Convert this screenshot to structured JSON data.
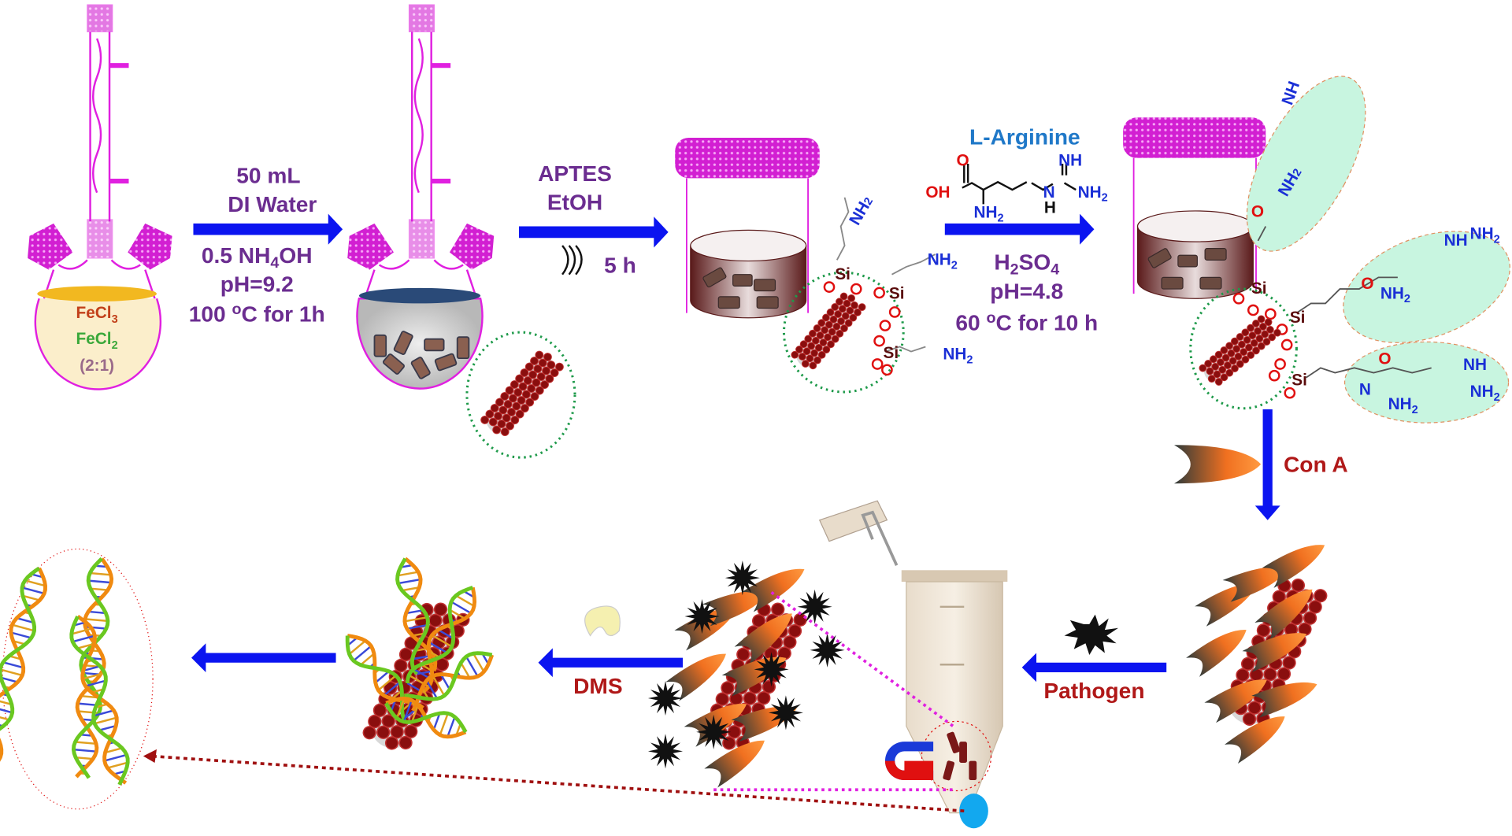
{
  "step1": {
    "reagent_a": {
      "text": "FeCl",
      "sub": "3"
    },
    "reagent_b": {
      "text": "FeCl",
      "sub": "2"
    },
    "ratio": "(2:1)",
    "above": [
      "50 mL",
      "DI Water"
    ],
    "base": {
      "text": "0.5 NH",
      "sub": "4",
      "tail": "OH"
    },
    "ph": "pH=9.2",
    "temp": {
      "pre": "100 ",
      "sup": "o",
      "post": "C for 1h"
    }
  },
  "step2": {
    "above": [
      "APTES",
      "EtOH"
    ],
    "time": "5 h",
    "amine_labels": [
      "NH",
      "2",
      "Si"
    ]
  },
  "step3": {
    "title": "L-Arginine",
    "structure": {
      "o": "O",
      "oh": "OH",
      "nh": "NH",
      "nh2": "NH",
      "two": "2",
      "n": "N",
      "h": "H"
    },
    "acid": {
      "text": "H",
      "sub1": "2",
      "mid": "SO",
      "sub2": "4"
    },
    "ph": "pH=4.8",
    "temp": {
      "pre": "60 ",
      "sup": "o",
      "post": "C for 10 h"
    }
  },
  "step4": {
    "label": "Con A"
  },
  "step5": {
    "label": "Pathogen"
  },
  "step6": {
    "label": "DMS"
  },
  "colors": {
    "arrow": "#0b14f0",
    "purple": "#6b2d90",
    "dark_red": "#b01818",
    "magenta": "#e020e0",
    "green_bubble": "#c8f5e0"
  }
}
